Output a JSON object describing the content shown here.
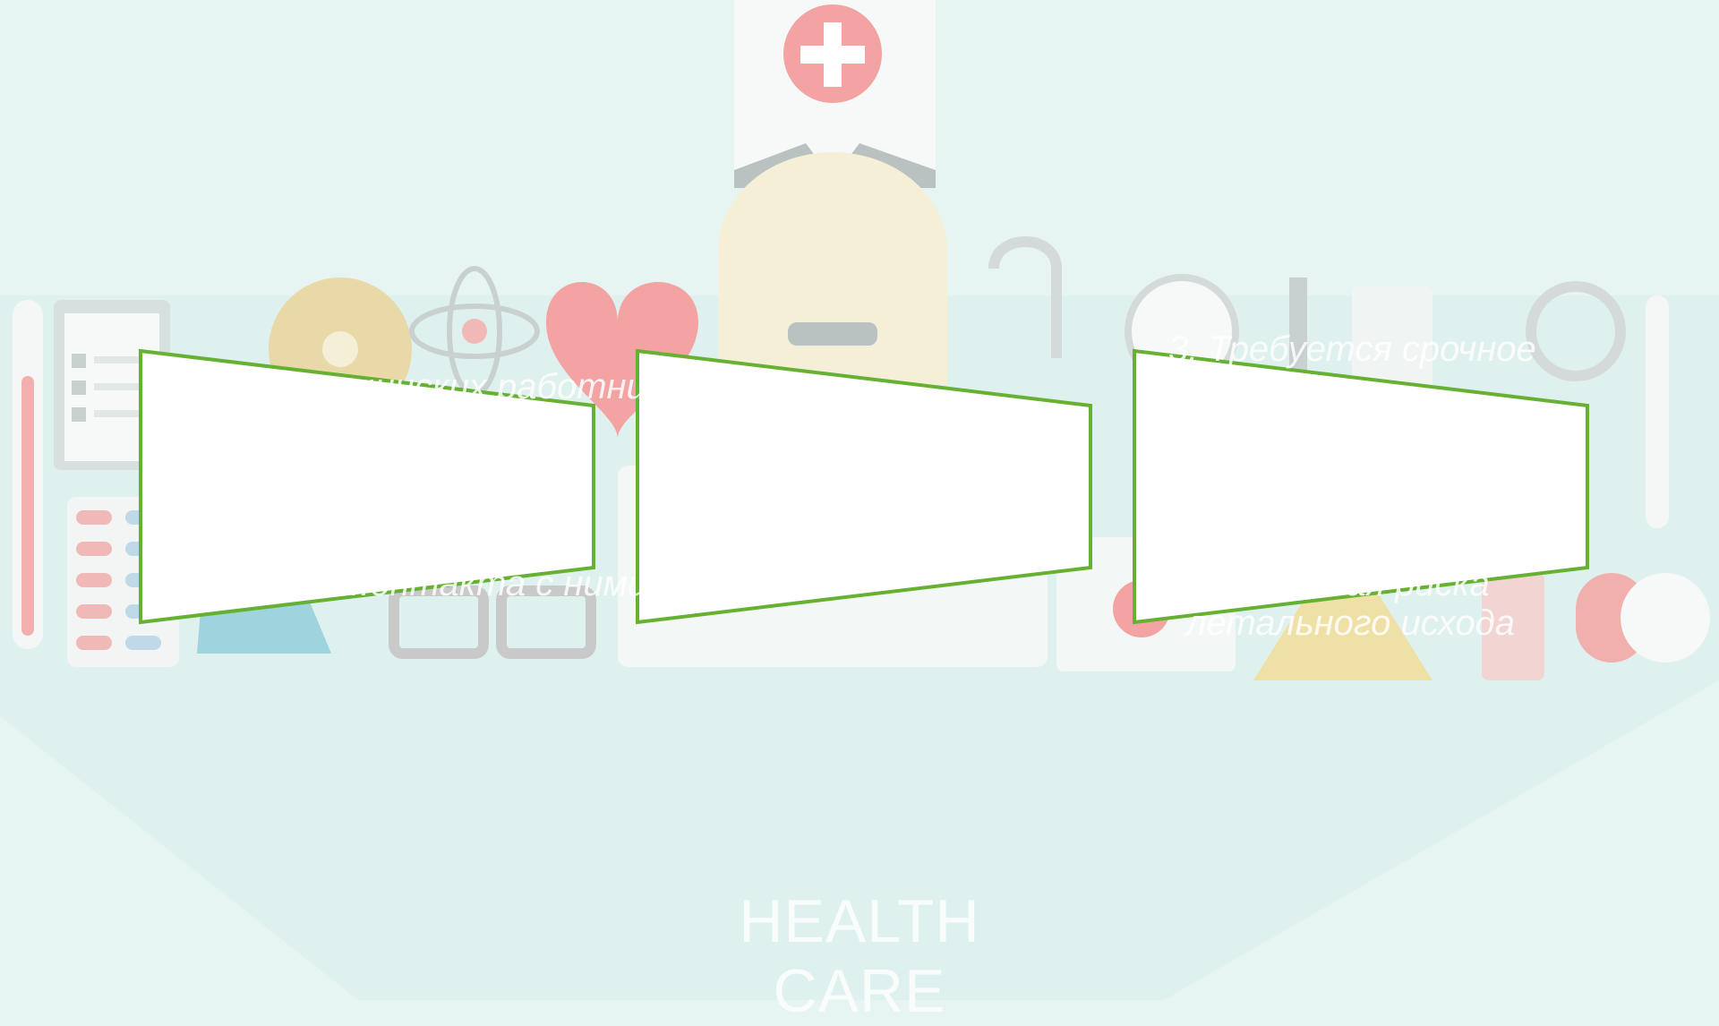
{
  "background": {
    "brand_text": "HEALTH CARE",
    "colors": {
      "bg": "#e6f4f2",
      "panel_fill": "#ffffff",
      "panel_border": "#66b032",
      "accent_red": "#f07a78"
    }
  },
  "panels": [
    {
      "id": "panel-1",
      "visible_fragments": [
        "...ицинских работников",
        "...онтакта с ними:"
      ]
    },
    {
      "id": "panel-2",
      "visible_fragments": []
    },
    {
      "id": "panel-3",
      "visible_fragments": [
        "3. Требуется срочное",
        "...",
        "...ая риска",
        "летального исхода"
      ]
    }
  ]
}
